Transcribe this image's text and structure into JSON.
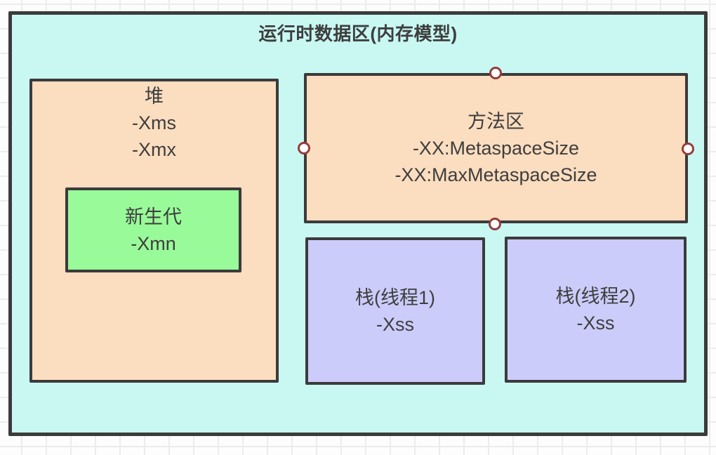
{
  "diagram": {
    "title": "运行时数据区(内存模型)",
    "heap": {
      "lines": [
        "堆",
        "-Xms",
        "-Xmx"
      ]
    },
    "young_gen": {
      "lines": [
        "新生代",
        "-Xmn"
      ]
    },
    "method_area": {
      "lines": [
        "方法区",
        "-XX:MetaspaceSize",
        "-XX:MaxMetaspaceSize"
      ]
    },
    "stack_thread1": {
      "lines": [
        "栈(线程1)",
        "-Xss"
      ]
    },
    "stack_thread2": {
      "lines": [
        "栈(线程2)",
        "-Xss"
      ]
    }
  },
  "colors": {
    "canvas_bg": "#FDFDFD",
    "grid_line": "#ECECEC",
    "container_fill": "#C9F8F3",
    "heap_fill": "#FBDDBF",
    "young_fill": "#99FA99",
    "stack_fill": "#CCCCFA",
    "shape_border": "#3B3B3B",
    "handle_fill": "#FFFFFF",
    "handle_ring": "#963C3C",
    "text": "#3E3E3E"
  }
}
